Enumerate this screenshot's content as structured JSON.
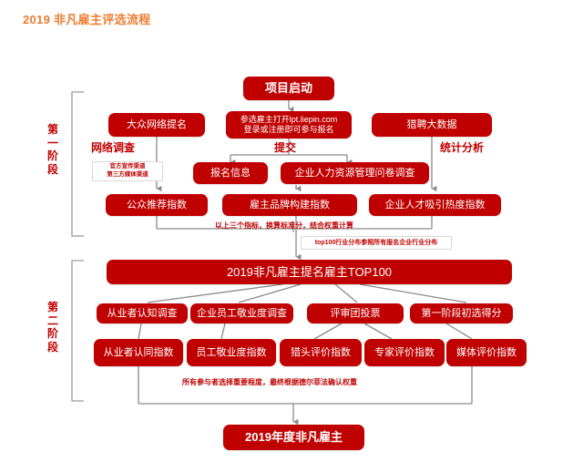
{
  "page": {
    "title": "2019 非凡雇主评选流程",
    "title_color": "#ED7D31",
    "box_color": "#C00000",
    "line_color": "#808080",
    "background": "#FFFFFF"
  },
  "stage1": {
    "label": "第一阶段",
    "start": "项目启动",
    "nominate": "大众网络提名",
    "register": "参选雇主打开lpt.liepin.com\n登录或注册即可参与报名",
    "bigdata": "猎聘大数据",
    "caption_survey": "网络调查",
    "caption_submit": "提交",
    "caption_stats": "统计分析",
    "channel_note": "官方宣传渠道\n第三方媒体渠道",
    "signup_info": "报名信息",
    "hr_questionnaire": "企业人力资源管理问卷调查",
    "public_index": "公众推荐指数",
    "brand_index": "雇主品牌构建指数",
    "talent_index": "企业人才吸引热度指数",
    "weight_note": "以上三个指标，换算标准分，结合权重计算",
    "top100_note": "top100行业分布参照所有报名企业行业分布"
  },
  "stage2": {
    "label": "第二阶段",
    "top100": "2019非凡雇主提名雇主TOP100",
    "surveys": [
      "从业者认知调查",
      "企业员工敬业度调查",
      "评审团投票",
      "第一阶段初选得分"
    ],
    "indices": [
      "从业者认同指数",
      "员工敬业度指数",
      "猎头评价指数",
      "专家评价指数",
      "媒体评价指数"
    ],
    "delphi_note": "所有参与者选择重要程度，最终根据德尔菲法确认权重"
  },
  "final": {
    "award": "2019年度非凡雇主"
  }
}
